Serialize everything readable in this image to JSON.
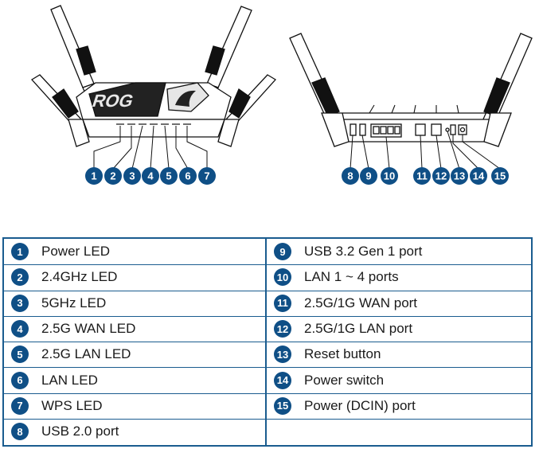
{
  "diagram": {
    "front_callouts": [
      "1",
      "2",
      "3",
      "4",
      "5",
      "6",
      "7"
    ],
    "back_callouts": [
      "8",
      "9",
      "10",
      "11",
      "12",
      "13",
      "14",
      "15"
    ],
    "logo_text": "ROG"
  },
  "legend": {
    "left": [
      {
        "num": "1",
        "label": "Power LED"
      },
      {
        "num": "2",
        "label": "2.4GHz LED"
      },
      {
        "num": "3",
        "label": "5GHz LED"
      },
      {
        "num": "4",
        "label": "2.5G WAN LED"
      },
      {
        "num": "5",
        "label": "2.5G LAN LED"
      },
      {
        "num": "6",
        "label": "LAN LED"
      },
      {
        "num": "7",
        "label": "WPS LED"
      },
      {
        "num": "8",
        "label": "USB 2.0 port"
      }
    ],
    "right": [
      {
        "num": "9",
        "label": "USB 3.2 Gen 1 port"
      },
      {
        "num": "10",
        "label": "LAN 1 ~ 4 ports"
      },
      {
        "num": "11",
        "label": "2.5G/1G WAN port"
      },
      {
        "num": "12",
        "label": "2.5G/1G LAN port"
      },
      {
        "num": "13",
        "label": "Reset button"
      },
      {
        "num": "14",
        "label": "Power switch"
      },
      {
        "num": "15",
        "label": "Power (DCIN) port"
      }
    ]
  },
  "colors": {
    "badge": "#0f4f86",
    "border": "#1a5c8f"
  }
}
